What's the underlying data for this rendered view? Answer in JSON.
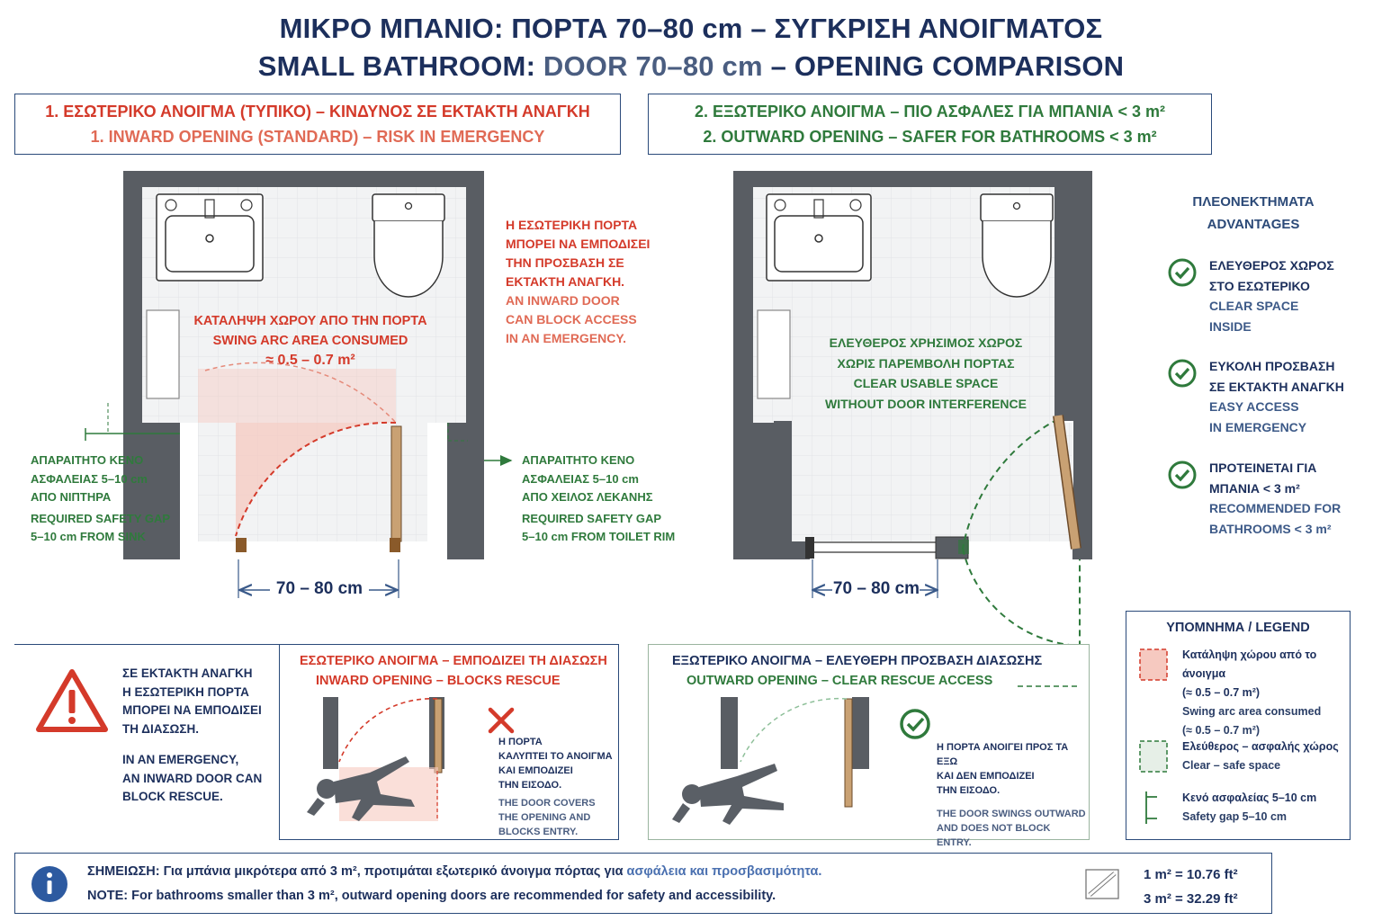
{
  "title": {
    "greek": "ΜΙΚΡΟ ΜΠΑΝΙΟ: ΠΟΡΤΑ 70–80 cm – ΣΥΓΚΡΙΣΗ ΑΝΟΙΓΜΑΤΟΣ",
    "english_a": "SMALL BATHROOM: ",
    "english_b": "DOOR 70–80 cm",
    "english_c": " – OPENING COMPARISON"
  },
  "panel1": {
    "header_gr": "1. ΕΣΩΤΕΡΙΚΟ ΑΝΟΙΓΜΑ (ΤΥΠΙΚΟ) – ΚΙΝΔΥΝΟΣ ΣΕ ΕΚΤΑΚΤΗ ΑΝΑΓΚΗ",
    "header_en": "1. INWARD OPENING (STANDARD) – RISK IN EMERGENCY",
    "swing_gr1": "ΚΑΤΑΛΗΨΗ ΧΩΡΟΥ ΑΠΟ ΤΗΝ ΠΟΡΤΑ",
    "swing_en": "SWING ARC AREA CONSUMED",
    "swing_value": "≈ 0.5 – 0.7 m²",
    "note_gr1": "Η ΕΣΩΤΕΡΙΚΗ ΠΟΡΤΑ",
    "note_gr2": "ΜΠΟΡΕΙ ΝΑ ΕΜΠΟΔΙΣΕΙ",
    "note_gr3": "ΤΗΝ ΠΡΟΣΒΑΣΗ ΣΕ",
    "note_gr4": "ΕΚΤΑΚΤΗ ΑΝΑΓΚΗ.",
    "note_en1": "AN INWARD DOOR",
    "note_en2": "CAN BLOCK ACCESS",
    "note_en3": "IN AN EMERGENCY.",
    "gap_sink_gr1": "ΑΠΑΡΑΙΤΗΤΟ ΚΕΝΟ",
    "gap_sink_gr2": "ΑΣΦΑΛΕΙΑΣ 5–10 cm",
    "gap_sink_gr3": "ΑΠΟ ΝΙΠΤΗΡΑ",
    "gap_sink_en1": "REQUIRED SAFETY GAP",
    "gap_sink_en2": "5–10 cm FROM SINK",
    "gap_toilet_gr1": "ΑΠΑΡΑΙΤΗΤΟ ΚΕΝΟ",
    "gap_toilet_gr2": "ΑΣΦΑΛΕΙΑΣ 5–10 cm",
    "gap_toilet_gr3": "ΑΠΟ ΧΕΙΛΟΣ ΛΕΚΑΝΗΣ",
    "gap_toilet_en1": "REQUIRED SAFETY GAP",
    "gap_toilet_en2": "5–10 cm FROM TOILET RIM",
    "width": "70 – 80 cm"
  },
  "panel2": {
    "header_gr": "2. ΕΞΩΤΕΡΙΚΟ ΑΝΟΙΓΜΑ – ΠΙΟ ΑΣΦΑΛΕΣ ΓΙΑ ΜΠΑΝΙΑ < 3 m²",
    "header_en": "2. OUTWARD OPENING – SAFER FOR BATHROOMS < 3 m²",
    "clear_gr1": "ΕΛΕΥΘΕΡΟΣ ΧΡΗΣΙΜΟΣ ΧΩΡΟΣ",
    "clear_gr2": "ΧΩΡΙΣ ΠΑΡΕΜΒΟΛΗ ΠΟΡΤΑΣ",
    "clear_en1": "CLEAR USABLE SPACE",
    "clear_en2": "WITHOUT DOOR INTERFERENCE",
    "width": "70 – 80 cm"
  },
  "advantages": {
    "title_gr": "ΠΛΕΟΝΕΚΤΗΜΑΤΑ",
    "title_en": "ADVANTAGES",
    "items": [
      {
        "gr1": "ΕΛΕΥΘΕΡΟΣ ΧΩΡΟΣ",
        "gr2": "ΣΤΟ ΕΣΩΤΕΡΙΚΟ",
        "en1": "CLEAR SPACE",
        "en2": "INSIDE"
      },
      {
        "gr1": "ΕΥΚΟΛΗ ΠΡΟΣΒΑΣΗ",
        "gr2": "ΣΕ ΕΚΤΑΚΤΗ ΑΝΑΓΚΗ",
        "en1": "EASY ACCESS",
        "en2": "IN EMERGENCY"
      },
      {
        "gr1": "ΠΡΟΤΕΙΝΕΤΑΙ ΓΙΑ",
        "gr2": "ΜΠΑΝΙΑ < 3 m²",
        "en1": "RECOMMENDED FOR",
        "en2": "BATHROOMS < 3 m²"
      }
    ]
  },
  "warning": {
    "gr1": "ΣΕ ΕΚΤΑΚΤΗ ΑΝΑΓΚΗ",
    "gr2": "Η ΕΣΩΤΕΡΙΚΗ ΠΟΡΤΑ",
    "gr3": "ΜΠΟΡΕΙ ΝΑ ΕΜΠΟΔΙΣΕΙ",
    "gr4": "ΤΗ ΔΙΑΣΩΣΗ.",
    "en1": "IN AN EMERGENCY,",
    "en2": "AN INWARD DOOR CAN",
    "en3": "BLOCK RESCUE."
  },
  "inward_box": {
    "title_gr": "ΕΣΩΤΕΡΙΚΟ ΑΝΟΙΓΜΑ – ΕΜΠΟΔΙΖΕΙ ΤΗ ΔΙΑΣΩΣΗ",
    "title_en": "INWARD OPENING – BLOCKS RESCUE",
    "gr1": "Η ΠΟΡΤΑ",
    "gr2": "ΚΑΛΥΠΤΕΙ ΤΟ ΑΝΟΙΓΜΑ",
    "gr3": "ΚΑΙ ΕΜΠΟΔΙΖΕΙ",
    "gr4": "ΤΗΝ ΕΙΣΟΔΟ.",
    "en1": "THE DOOR COVERS",
    "en2": "THE OPENING AND",
    "en3": "BLOCKS ENTRY."
  },
  "outward_box": {
    "title_gr": "ΕΞΩΤΕΡΙΚΟ ΑΝΟΙΓΜΑ – ΕΛΕΥΘΕΡΗ ΠΡΟΣΒΑΣΗ ΔΙΑΣΩΣΗΣ",
    "title_en": "OUTWARD OPENING – CLEAR RESCUE ACCESS",
    "gr1": "Η ΠΟΡΤΑ ΑΝΟΙΓΕΙ ΠΡΟΣ ΤΑ ΕΞΩ",
    "gr2": "ΚΑΙ ΔΕΝ ΕΜΠΟΔΙΖΕΙ",
    "gr3": "ΤΗΝ ΕΙΣΟΔΟ.",
    "en1": "THE DOOR SWINGS OUTWARD",
    "en2": "AND DOES NOT BLOCK",
    "en3": "ENTRY."
  },
  "legend": {
    "title": "ΥΠΟΜΝΗΜΑ / LEGEND",
    "r1_gr": "Κατάληψη χώρου από το άνοιγμα",
    "r1_gr2": "(≈ 0.5 – 0.7 m²)",
    "r1_en": "Swing arc area consumed",
    "r1_en2": "(≈ 0.5 – 0.7 m²)",
    "r2_gr": "Ελεύθερος – ασφαλής χώρος",
    "r2_en": "Clear – safe space",
    "r3_gr": "Κενό ασφαλείας 5–10 cm",
    "r3_en": "Safety gap 5–10 cm"
  },
  "footer": {
    "gr_label": "ΣΗΜΕΙΩΣΗ:",
    "gr_text": " Για μπάνια μικρότερα από 3 m², προτιμάται εξωτερικό άνοιγμα πόρτας για ",
    "gr_text_b": "ασφάλεια και προσβασιμότητα.",
    "en_label": "NOTE:",
    "en_text": " For bathrooms smaller than 3 m², outward opening doors are recommended for safety and accessibility.",
    "conv1": "1 m² = 10.76 ft²",
    "conv2": "3 m² = 32.29 ft²"
  },
  "colors": {
    "red": "#d43a2a",
    "green": "#2f7a3c",
    "navy": "#1c2f5c",
    "wall": "#555a60",
    "door": "#c9a173"
  }
}
